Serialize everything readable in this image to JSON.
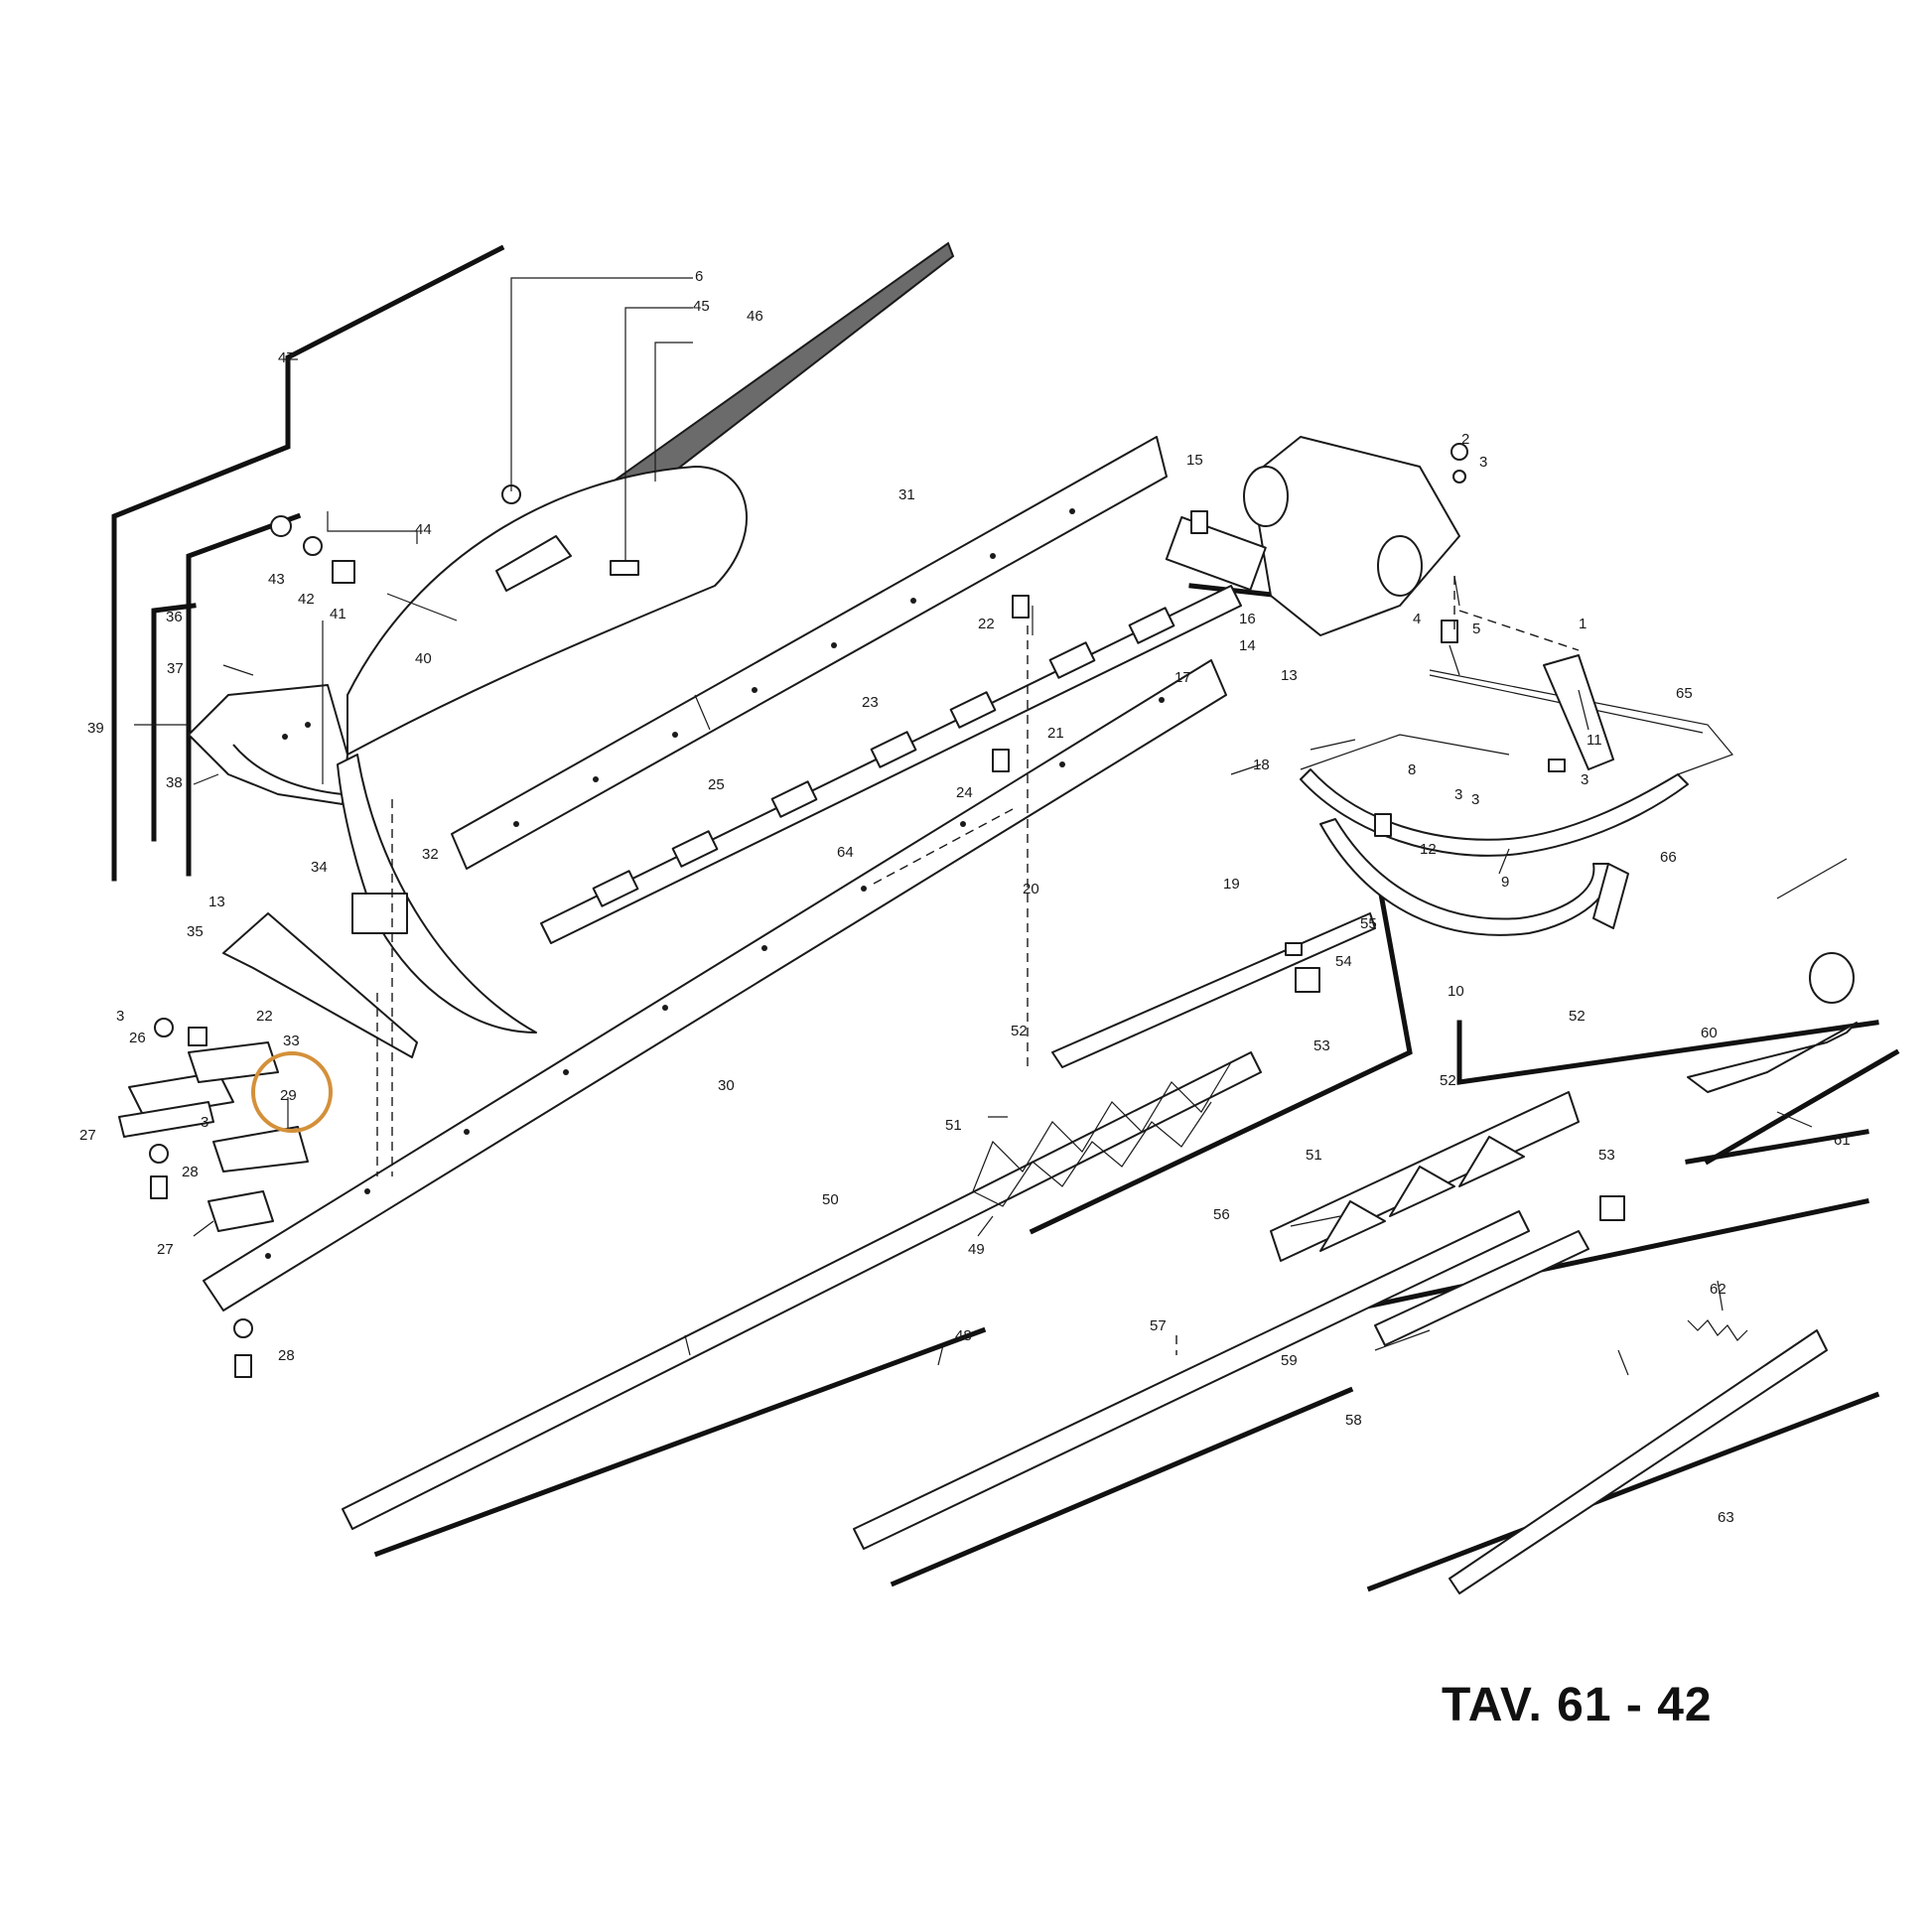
{
  "title": "TAV. 61 - 42",
  "highlight_color": "#D4903A",
  "highlighted_part": "29",
  "callouts": {
    "c1": "1",
    "c2": "2",
    "c3a": "3",
    "c3b": "3",
    "c3c": "3",
    "c3d": "3",
    "c3e": "3",
    "c3f": "3",
    "c4": "4",
    "c5": "5",
    "c6": "6",
    "c8": "8",
    "c9": "9",
    "c10": "10",
    "c11": "11",
    "c12": "12",
    "c13a": "13",
    "c13b": "13",
    "c14": "14",
    "c15": "15",
    "c16": "16",
    "c17": "17",
    "c18": "18",
    "c19": "19",
    "c20": "20",
    "c21": "21",
    "c22a": "22",
    "c22b": "22",
    "c23": "23",
    "c24": "24",
    "c25": "25",
    "c26": "26",
    "c27a": "27",
    "c27b": "27",
    "c28a": "28",
    "c28b": "28",
    "c29": "29",
    "c30": "30",
    "c31": "31",
    "c32": "32",
    "c33": "33",
    "c34": "34",
    "c35": "35",
    "c36": "36",
    "c37": "37",
    "c38": "38",
    "c39": "39",
    "c40": "40",
    "c41": "41",
    "c42": "42",
    "c43": "43",
    "c44": "44",
    "c45": "45",
    "c46": "46",
    "c47": "47",
    "c48": "48",
    "c49": "49",
    "c50": "50",
    "c51a": "51",
    "c51b": "51",
    "c52a": "52",
    "c52b": "52",
    "c52c": "52",
    "c53a": "53",
    "c53b": "53",
    "c54": "54",
    "c55": "55",
    "c56": "56",
    "c57": "57",
    "c58": "58",
    "c59": "59",
    "c60": "60",
    "c61": "61",
    "c62": "62",
    "c63": "63",
    "c64": "64",
    "c65": "65",
    "c66": "66"
  }
}
